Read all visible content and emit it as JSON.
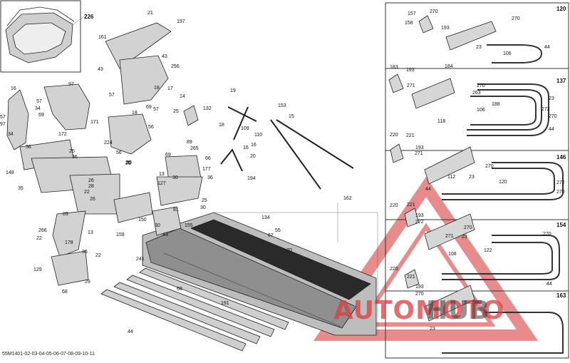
{
  "document_code": "55M1401-02-03-04-05-06-07-08-09-10-11",
  "watermark": {
    "text_a": "AUTOMOTO",
    "text_b": "HUB",
    "accent_color": "#e23b3b"
  },
  "inset_boxes": [
    {
      "id": "226",
      "label": "226"
    },
    {
      "id": "120",
      "label": "120"
    },
    {
      "id": "137",
      "label": "137"
    },
    {
      "id": "146",
      "label": "146"
    },
    {
      "id": "154",
      "label": "154"
    },
    {
      "id": "163",
      "label": "163"
    }
  ],
  "callouts": [
    "21",
    "197",
    "161",
    "43",
    "43",
    "256",
    "16",
    "97",
    "57",
    "34",
    "69",
    "57",
    "97",
    "34",
    "172",
    "171",
    "18",
    "57",
    "17",
    "18",
    "69",
    "57",
    "20",
    "14",
    "25",
    "132",
    "56",
    "224",
    "20",
    "56",
    "19",
    "153",
    "15",
    "18",
    "109",
    "16",
    "110",
    "16",
    "20",
    "194",
    "36",
    "25",
    "36",
    "148",
    "35",
    "20",
    "69",
    "89",
    "265",
    "66",
    "13",
    "177",
    "36",
    "127",
    "30",
    "26",
    "28",
    "26",
    "22",
    "25",
    "150",
    "159",
    "30",
    "81",
    "30",
    "43",
    "155",
    "134",
    "55",
    "67",
    "89",
    "266",
    "22",
    "13",
    "178",
    "36",
    "22",
    "129",
    "29",
    "68",
    "241",
    "162",
    "70",
    "68",
    "191",
    "44",
    "157",
    "270",
    "158",
    "193",
    "270",
    "23",
    "106",
    "44",
    "183",
    "193",
    "184",
    "271",
    "270",
    "263",
    "23",
    "188",
    "272",
    "106",
    "270",
    "118",
    "44",
    "220",
    "221",
    "193",
    "271",
    "270",
    "23",
    "120",
    "272",
    "112",
    "270",
    "44",
    "220",
    "221",
    "193",
    "272",
    "271",
    "270",
    "23",
    "122",
    "270",
    "108",
    "44",
    "220",
    "221",
    "193",
    "270",
    "23"
  ]
}
